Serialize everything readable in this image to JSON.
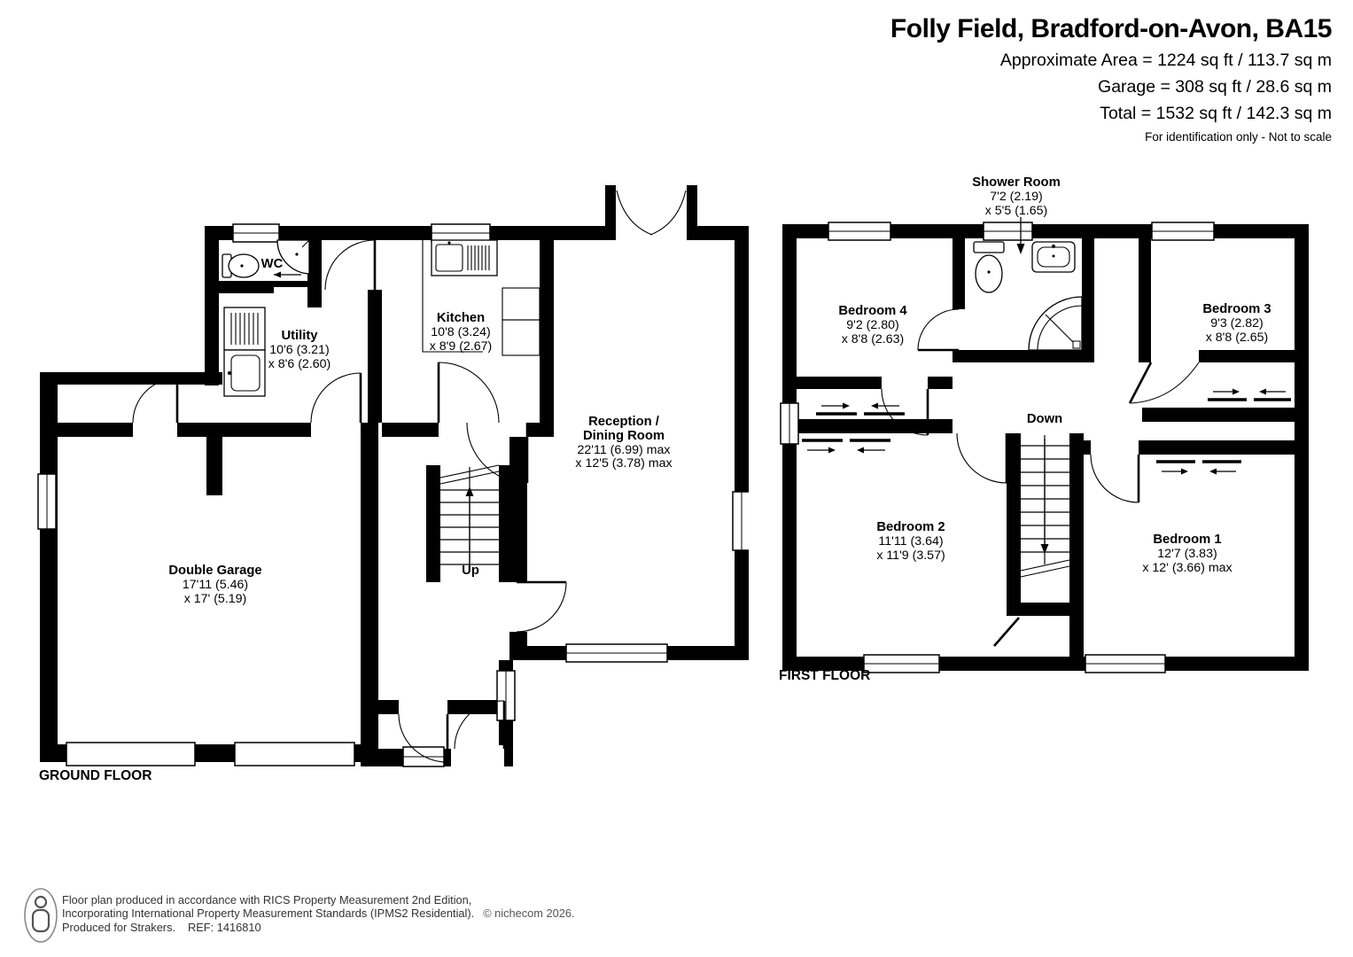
{
  "header": {
    "title": "Folly Field, Bradford-on-Avon, BA15",
    "area_line": "Approximate Area = 1224 sq ft / 113.7 sq m",
    "garage_line": "Garage = 308 sq ft / 28.6 sq m",
    "total_line": "Total = 1532 sq ft / 142.3 sq m",
    "disclaimer": "For identification only - Not to scale"
  },
  "ground_floor": {
    "floor_label": "GROUND FLOOR",
    "stairs_label": "Up",
    "rooms": {
      "wc": {
        "name": "WC"
      },
      "utility": {
        "name": "Utility",
        "dims": [
          "10'6 (3.21)",
          "x 8'6 (2.60)"
        ]
      },
      "kitchen": {
        "name": "Kitchen",
        "dims": [
          "10'8 (3.24)",
          "x 8'9 (2.67)"
        ]
      },
      "reception": {
        "name1": "Reception /",
        "name2": "Dining Room",
        "dims": [
          "22'11 (6.99) max",
          "x 12'5 (3.78) max"
        ]
      },
      "garage": {
        "name": "Double Garage",
        "dims": [
          "17'11 (5.46)",
          "x 17' (5.19)"
        ]
      }
    }
  },
  "first_floor": {
    "floor_label": "FIRST FLOOR",
    "stairs_label": "Down",
    "rooms": {
      "shower": {
        "name": "Shower Room",
        "dims": [
          "7'2 (2.19)",
          "x 5'5 (1.65)"
        ]
      },
      "bedroom4": {
        "name": "Bedroom 4",
        "dims": [
          "9'2 (2.80)",
          "x 8'8 (2.63)"
        ]
      },
      "bedroom3": {
        "name": "Bedroom 3",
        "dims": [
          "9'3 (2.82)",
          "x 8'8 (2.65)"
        ]
      },
      "bedroom2": {
        "name": "Bedroom 2",
        "dims": [
          "11'11 (3.64)",
          "x 11'9 (3.57)"
        ]
      },
      "bedroom1": {
        "name": "Bedroom 1",
        "dims": [
          "12'7 (3.83)",
          "x 12' (3.66) max"
        ]
      }
    }
  },
  "footer": {
    "line1": "Floor plan produced in accordance with RICS Property Measurement 2nd Edition,",
    "line2": "Incorporating International Property Measurement Standards (IPMS2 Residential).",
    "copyright": "© nichecom 2026.",
    "line3": "Produced for Strakers.",
    "ref": "REF: 1416810"
  }
}
